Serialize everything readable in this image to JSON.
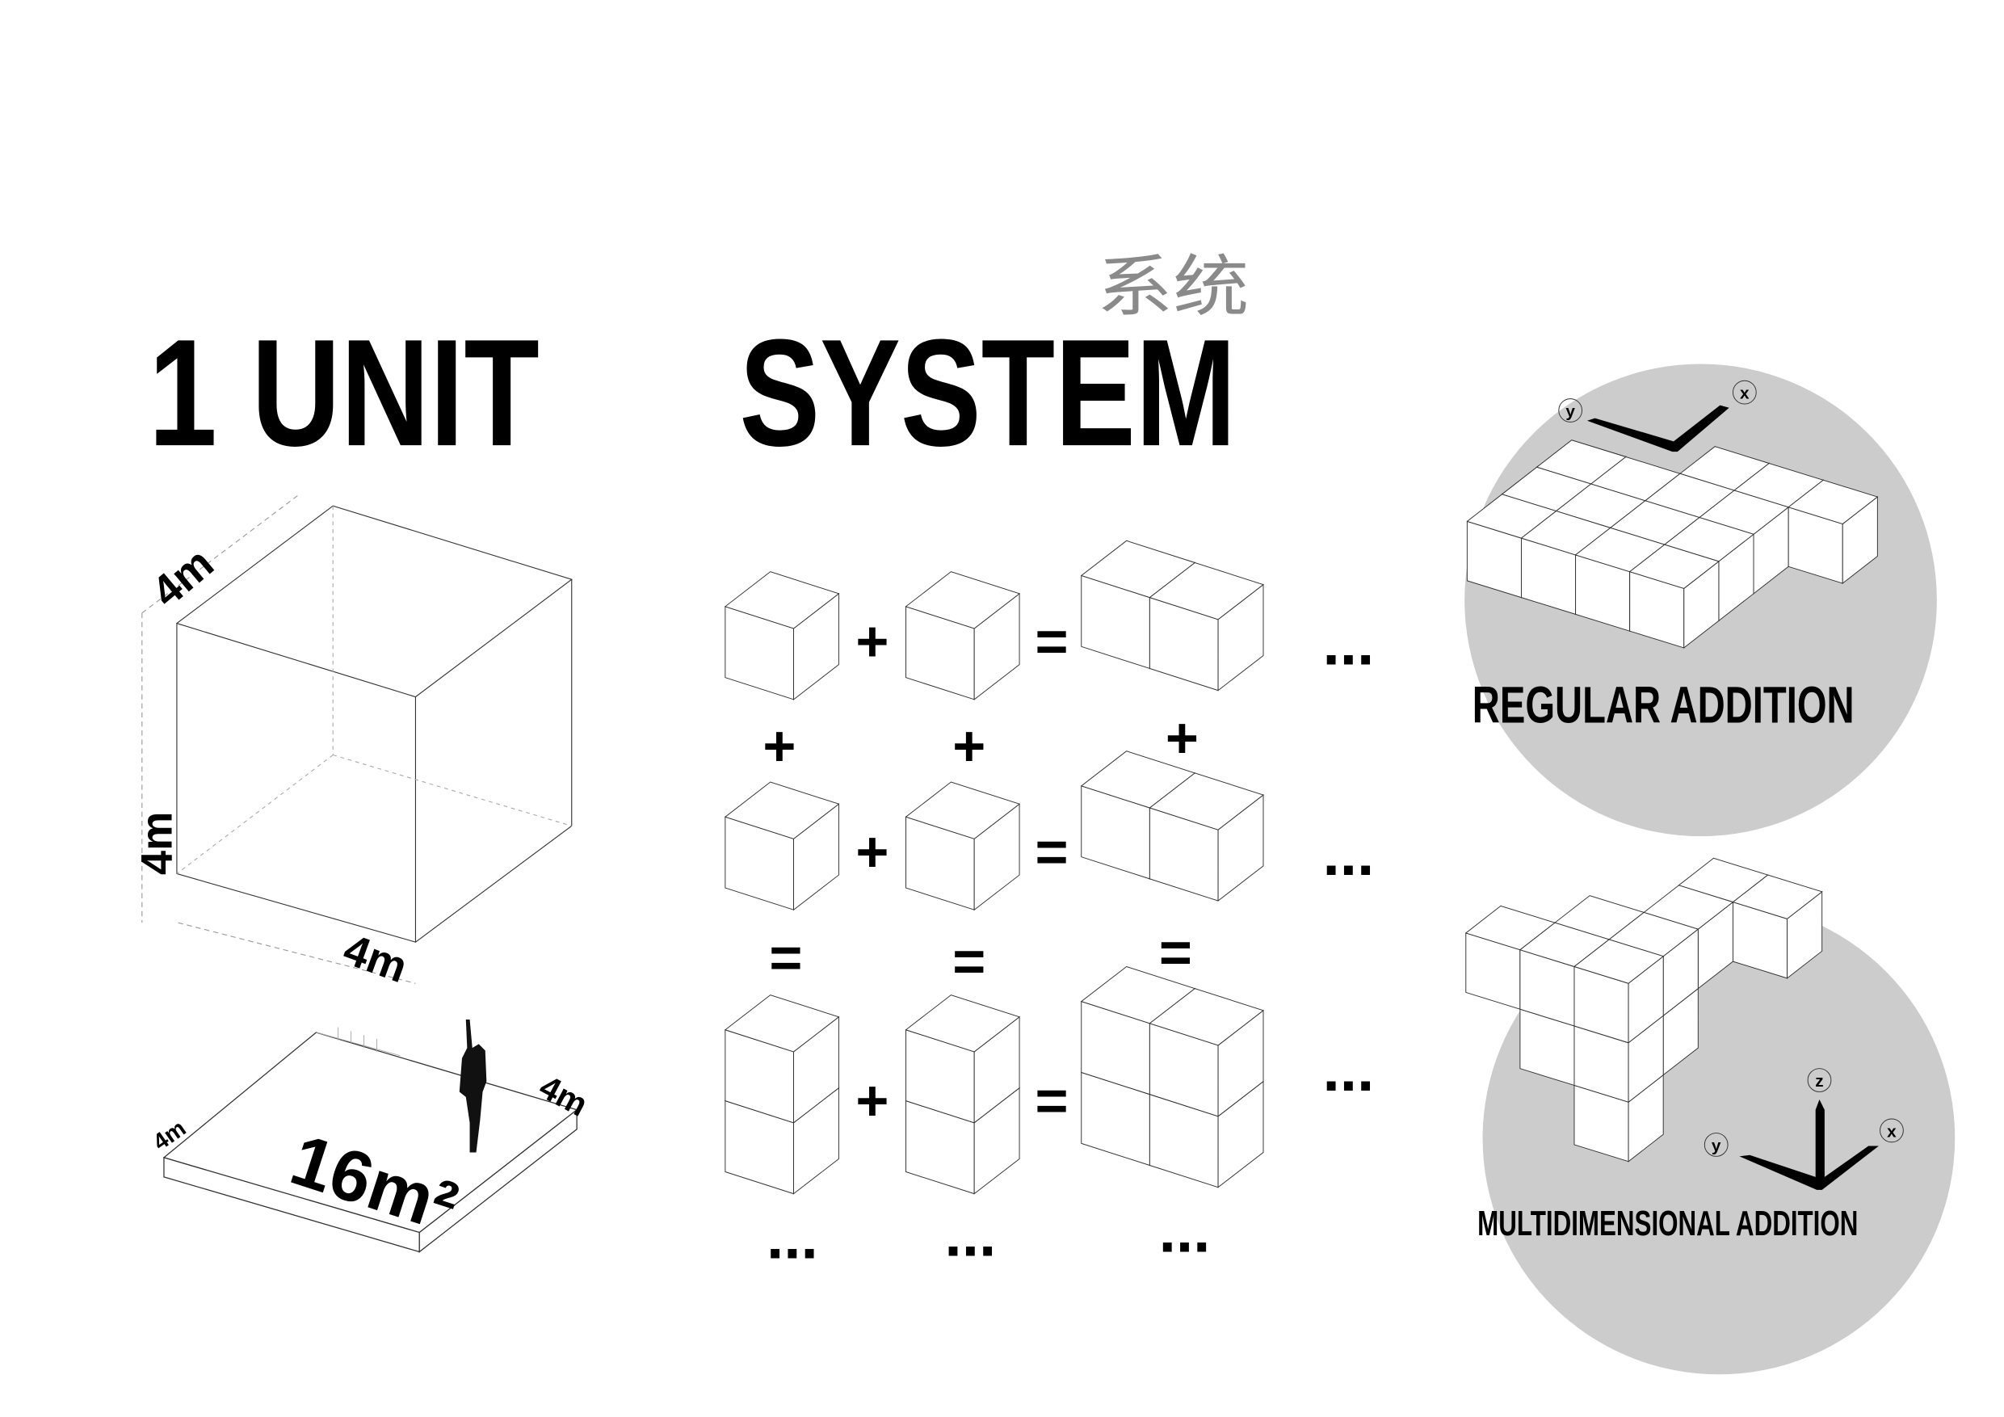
{
  "titles": {
    "unit": "1 UNIT",
    "system": "SYSTEM",
    "system_cn": "系统"
  },
  "unit": {
    "dim_depth": "4m",
    "dim_height": "4m",
    "dim_width": "4m",
    "slab_dim_left": "4m",
    "slab_dim_right": "4m",
    "area": "16m²"
  },
  "operators": {
    "plus": "+",
    "equals": "=",
    "ellipsis": "..."
  },
  "panels": {
    "regular": {
      "label": "REGULAR ADDITION",
      "axis_x": "x",
      "axis_y": "y"
    },
    "multi": {
      "label": "MULTIDIMENSIONAL ADDITION",
      "axis_x": "x",
      "axis_y": "y",
      "axis_z": "z"
    }
  },
  "colors": {
    "circle_fill": "#cccccc",
    "line": "#333333",
    "cjk_text": "#8a8a8a"
  }
}
